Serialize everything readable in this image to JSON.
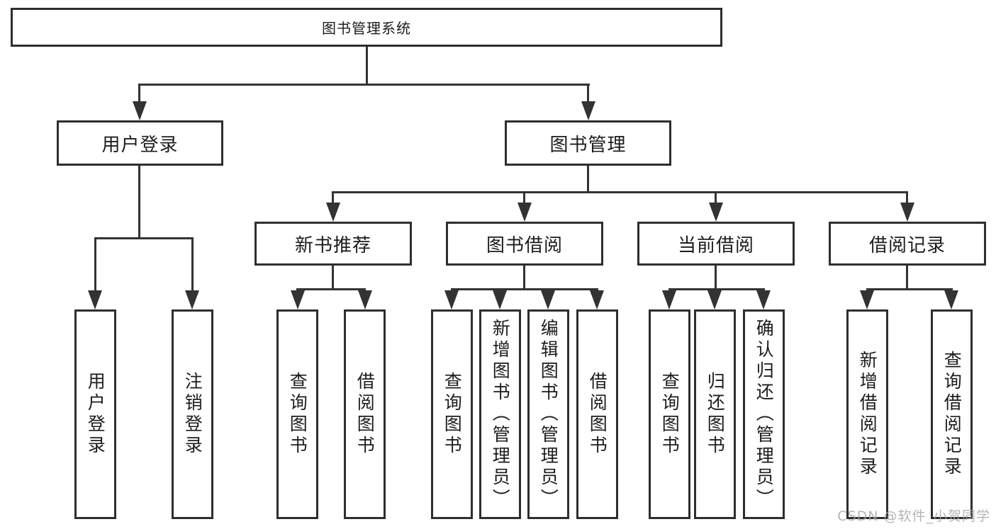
{
  "diagram": {
    "title": "图书管理系统",
    "branches": [
      {
        "label": "用户登录",
        "children": [
          {
            "label": "用户登录"
          },
          {
            "label": "注销登录"
          }
        ]
      },
      {
        "label": "图书管理",
        "children": [
          {
            "label": "新书推荐",
            "children": [
              {
                "label": "查询图书"
              },
              {
                "label": "借阅图书"
              }
            ]
          },
          {
            "label": "图书借阅",
            "children": [
              {
                "label": "查询图书"
              },
              {
                "label": "新增图书（管理员）"
              },
              {
                "label": "编辑图书（管理员）"
              },
              {
                "label": "借阅图书"
              }
            ]
          },
          {
            "label": "当前借阅",
            "children": [
              {
                "label": "查询图书"
              },
              {
                "label": "归还图书"
              },
              {
                "label": "确认归还（管理员）"
              }
            ]
          },
          {
            "label": "借阅记录",
            "children": [
              {
                "label": "新增借阅记录"
              },
              {
                "label": "查询借阅记录"
              }
            ]
          }
        ]
      }
    ]
  },
  "watermark": {
    "text": "CSDN @软件_小贺同学"
  },
  "colors": {
    "line": "#333333",
    "border": "#2e2e2e",
    "text": "#1c1c1c",
    "watermark": "#a8a8a8"
  }
}
